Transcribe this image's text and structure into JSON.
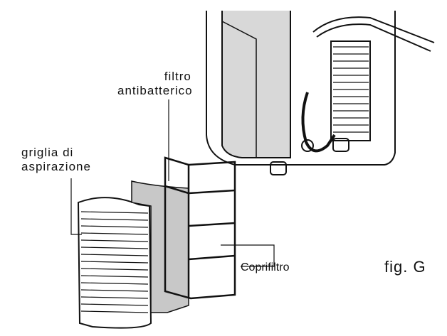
{
  "labels": {
    "filter": [
      "filtro",
      "antibatterico"
    ],
    "grille": [
      "griglia di",
      "aspirazione"
    ],
    "cover": "Coprifiltro",
    "figure": "fig. G"
  }
}
